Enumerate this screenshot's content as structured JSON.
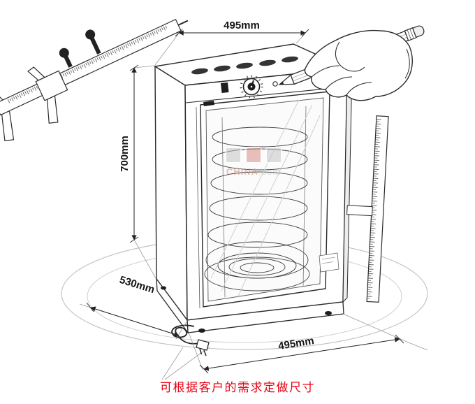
{
  "dimensions": {
    "top_width": "495mm",
    "height": "700mm",
    "depth": "530mm",
    "bottom_width": "495mm"
  },
  "note": {
    "text": "可根据客户的需求定做尺寸"
  },
  "watermark": {
    "brand": "CHINA",
    "suffix": ".com"
  },
  "artwork": {
    "cabinet": "food-warmer-display-cabinet",
    "caliper": "vernier-caliper",
    "ruler": "steel-ruler",
    "hand": "hand-holding-pencil",
    "platform": "base-ellipse-guides"
  },
  "colors": {
    "line": "#2a2a2a",
    "note_red": "#e60012",
    "watermark_gray": "#c6c6c6",
    "watermark_red": "#d88f85"
  }
}
